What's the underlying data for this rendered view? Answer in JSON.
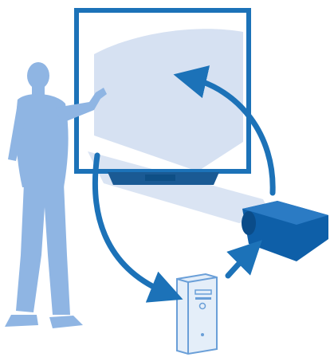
{
  "diagram": {
    "components": [
      {
        "id": "whiteboard",
        "icon": "interactive-whiteboard-icon"
      },
      {
        "id": "presenter",
        "icon": "presenter-silhouette-icon"
      },
      {
        "id": "computer",
        "icon": "desktop-tower-icon"
      },
      {
        "id": "projector",
        "icon": "projector-icon"
      }
    ],
    "flow": [
      {
        "from": "whiteboard",
        "to": "computer"
      },
      {
        "from": "computer",
        "to": "projector"
      },
      {
        "from": "projector",
        "to": "whiteboard"
      }
    ],
    "colors": {
      "frame": "#1c72b8",
      "arrow": "#1c72b8",
      "projection": "#d6e1f2",
      "silhouette": "#8fb5e3",
      "computer_fill": "#e4eef9",
      "computer_stroke": "#6a9fd8",
      "projector": "#0e5fa8",
      "tray": "#1a5a94"
    }
  }
}
